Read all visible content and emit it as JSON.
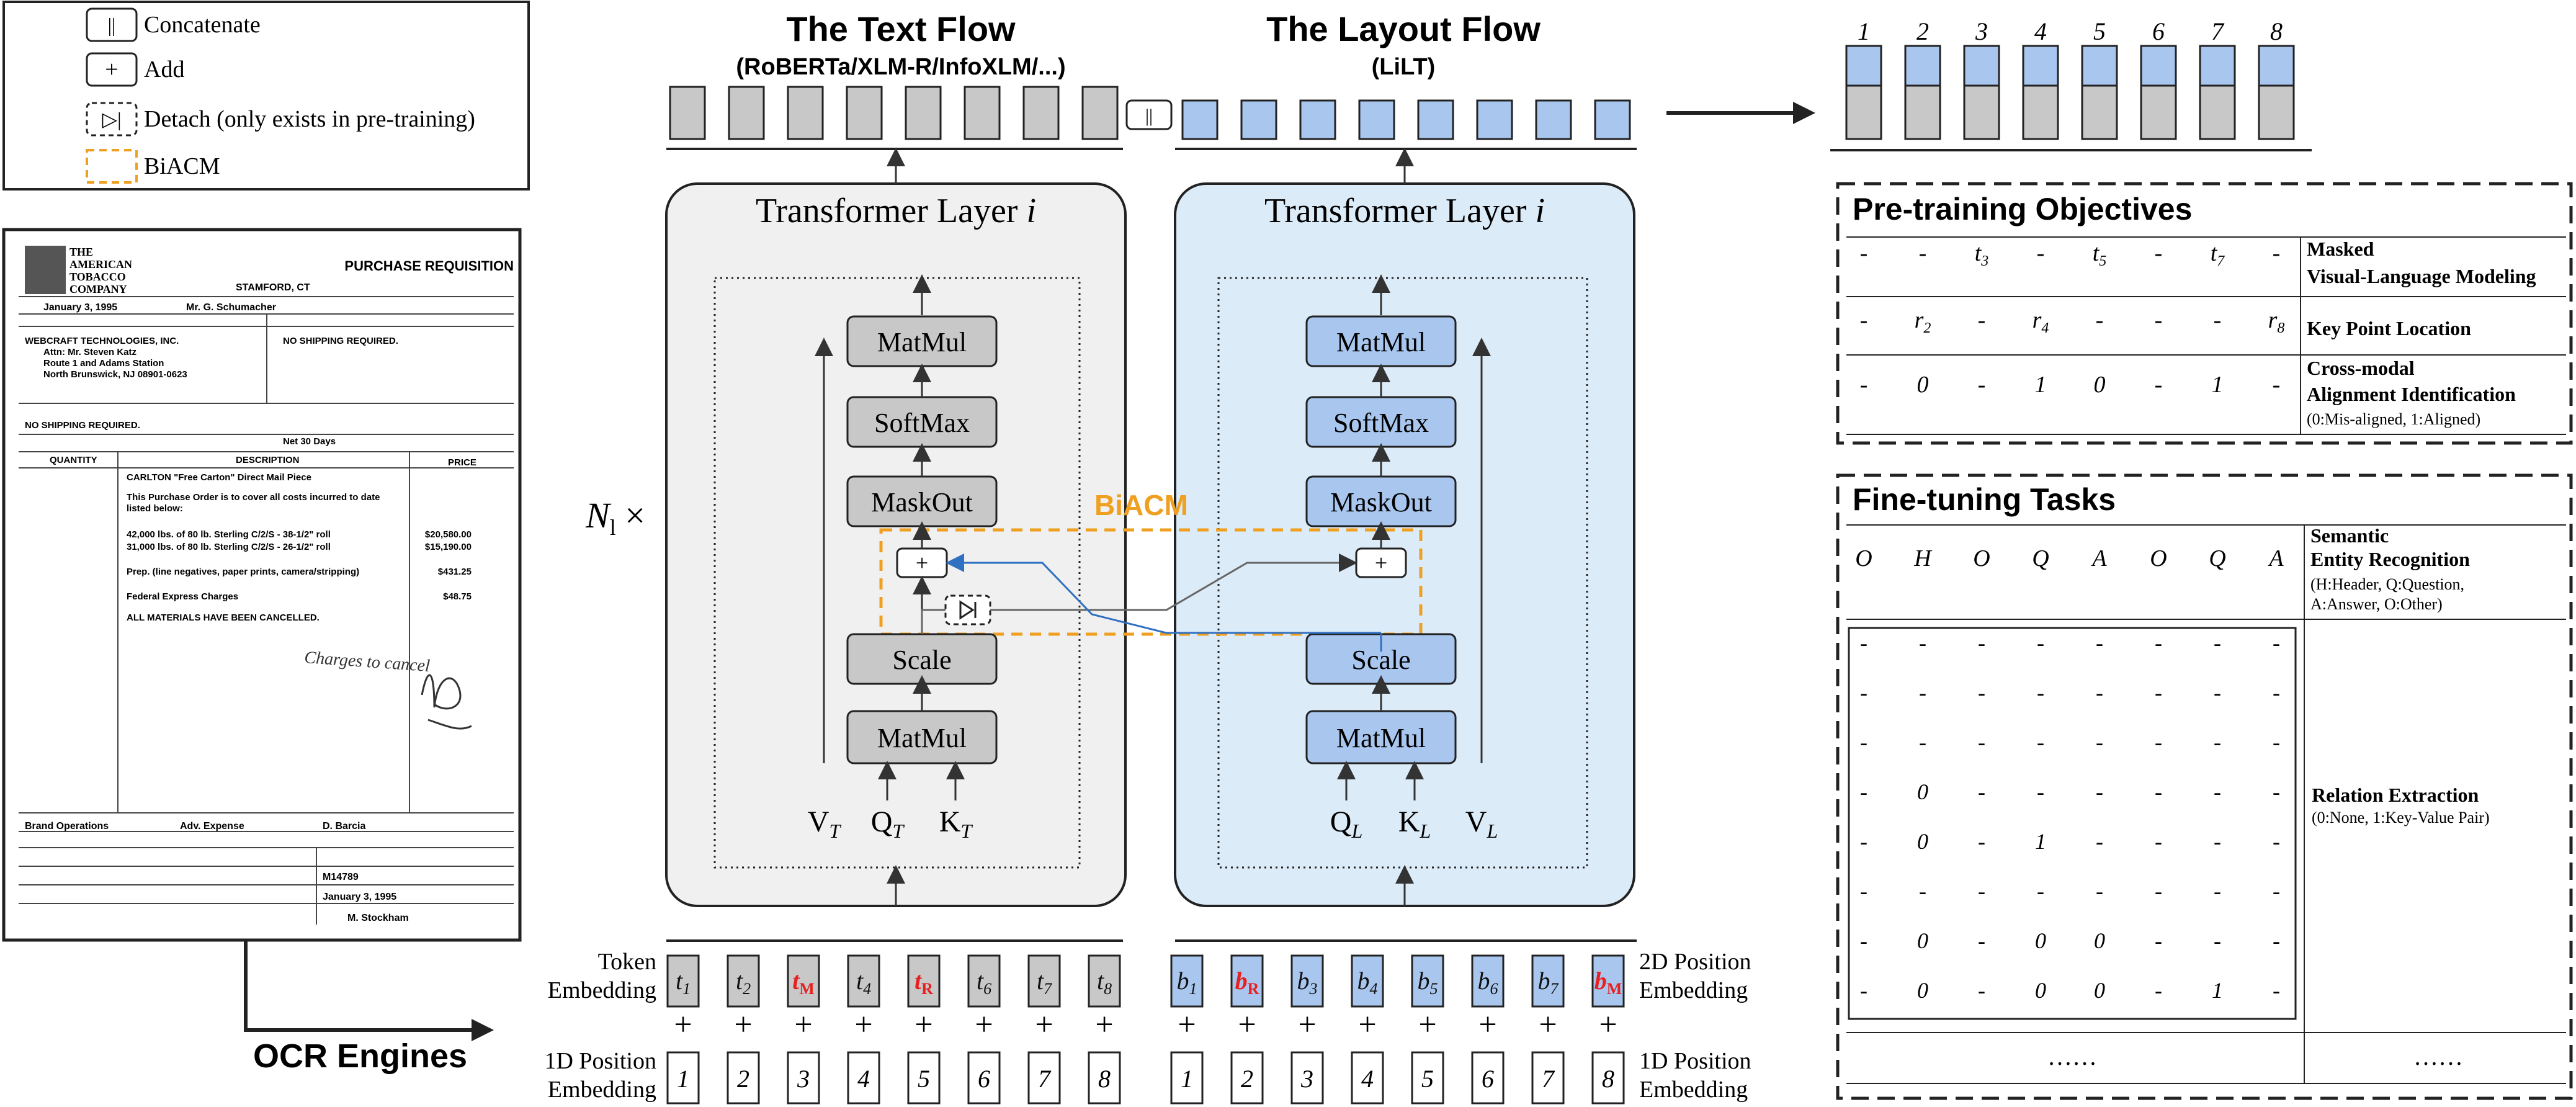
{
  "legend": [
    {
      "symbol": "||",
      "label": "Concatenate"
    },
    {
      "symbol": "+",
      "label": "Add"
    },
    {
      "symbol": "▷|",
      "label": "Detach (only exists in pre-training)"
    },
    {
      "symbol": "",
      "label": "BiACM"
    }
  ],
  "document": {
    "company": [
      "THE",
      "AMERICAN",
      "TOBACCO",
      "COMPANY"
    ],
    "title": "PURCHASE REQUISITION",
    "location": "STAMFORD, CT",
    "date_of_requisition": "January 3, 1995",
    "requisitioner": "Mr. G. Schumacher",
    "supplier": [
      "WEBCRAFT TECHNOLOGIES, INC.",
      "Attn: Mr. Steven Katz",
      "Route 1 and Adams Station",
      "North Brunswick, NJ 08901-0623"
    ],
    "ship_to": "NO SHIPPING REQUIRED.",
    "shipment": "NO SHIPPING REQUIRED.",
    "terms": "Net 30 Days",
    "col_quantity": "QUANTITY",
    "col_description": "DESCRIPTION",
    "col_price": "PRICE",
    "lines": [
      {
        "text": "CARLTON \"Free Carton\" Direct Mail Piece",
        "price": ""
      },
      {
        "text": "This Purchase Order is to cover all costs incurred to date",
        "price": ""
      },
      {
        "text": "listed below:",
        "price": ""
      },
      {
        "text": "42,000 lbs. of 80 lb. Sterling C/2/S - 38-1/2\" roll",
        "price": "$20,580.00"
      },
      {
        "text": "31,000 lbs. of 80 lb. Sterling C/2/S - 26-1/2\" roll",
        "price": "$15,190.00"
      },
      {
        "text": "Prep. (line negatives, paper prints, camera/stripping)",
        "price": "$431.25"
      },
      {
        "text": "Federal Express Charges",
        "price": "$48.75"
      },
      {
        "text": "ALL MATERIALS HAVE BEEN CANCELLED.",
        "price": ""
      }
    ],
    "handwriting": "Charges to cancel",
    "dept": "Brand Operations",
    "account": "Adv. Expense",
    "copies": "D. Barcia",
    "po_number": "M14789",
    "date2": "January 3, 1995",
    "buyer": "M. Stockham"
  },
  "ocr_label": "OCR Engines",
  "text_flow": {
    "title": "The Text Flow",
    "subtitle": "(RoBERTa/XLM-R/InfoXLM/...)"
  },
  "layout_flow": {
    "title": "The Layout Flow",
    "subtitle": "(LiLT)"
  },
  "concat_symbol": "||",
  "nl_label": "N",
  "nl_sub": "l",
  "nl_times": " ×",
  "transformer": {
    "label": "Transformer Layer ",
    "index": "i"
  },
  "blocks": {
    "matmul": "MatMul",
    "softmax": "SoftMax",
    "maskout": "MaskOut",
    "scale": "Scale"
  },
  "biacm_label": "BiACM",
  "add_symbol": "+",
  "text_inputs": [
    {
      "m": "V",
      "s": "T"
    },
    {
      "m": "Q",
      "s": "T"
    },
    {
      "m": "K",
      "s": "T"
    }
  ],
  "layout_inputs": [
    {
      "m": "Q",
      "s": "L"
    },
    {
      "m": "K",
      "s": "L"
    },
    {
      "m": "V",
      "s": "L"
    }
  ],
  "token_embedding": [
    "Token",
    "Embedding"
  ],
  "pos2d_embedding": [
    "2D Position",
    "Embedding"
  ],
  "pos1d_embedding": [
    "1D Position",
    "Embedding"
  ],
  "text_tokens": [
    {
      "b": "t",
      "s": "1",
      "red": false
    },
    {
      "b": "t",
      "s": "2",
      "red": false
    },
    {
      "b": "t",
      "s": "M",
      "red": true
    },
    {
      "b": "t",
      "s": "4",
      "red": false
    },
    {
      "b": "t",
      "s": "R",
      "red": true
    },
    {
      "b": "t",
      "s": "6",
      "red": false
    },
    {
      "b": "t",
      "s": "7",
      "red": false
    },
    {
      "b": "t",
      "s": "8",
      "red": false
    }
  ],
  "layout_tokens": [
    {
      "b": "b",
      "s": "1",
      "red": false
    },
    {
      "b": "b",
      "s": "R",
      "red": true
    },
    {
      "b": "b",
      "s": "3",
      "red": false
    },
    {
      "b": "b",
      "s": "4",
      "red": false
    },
    {
      "b": "b",
      "s": "5",
      "red": false
    },
    {
      "b": "b",
      "s": "6",
      "red": false
    },
    {
      "b": "b",
      "s": "7",
      "red": false
    },
    {
      "b": "b",
      "s": "M",
      "red": true
    }
  ],
  "position_ids": [
    "1",
    "2",
    "3",
    "4",
    "5",
    "6",
    "7",
    "8"
  ],
  "output_indices": [
    "1",
    "2",
    "3",
    "4",
    "5",
    "6",
    "7",
    "8"
  ],
  "pretraining": {
    "title": "Pre-training Objectives",
    "rows": [
      {
        "cells": [
          {
            "b": "-",
            "s": ""
          },
          {
            "b": "-",
            "s": ""
          },
          {
            "b": "t",
            "s": "3"
          },
          {
            "b": "-",
            "s": ""
          },
          {
            "b": "t",
            "s": "5"
          },
          {
            "b": "-",
            "s": ""
          },
          {
            "b": "t",
            "s": "7"
          },
          {
            "b": "-",
            "s": ""
          }
        ],
        "label": [
          "Masked",
          "Visual-Language Modeling"
        ],
        "note": ""
      },
      {
        "cells": [
          {
            "b": "-",
            "s": ""
          },
          {
            "b": "r",
            "s": "2"
          },
          {
            "b": "-",
            "s": ""
          },
          {
            "b": "r",
            "s": "4"
          },
          {
            "b": "-",
            "s": ""
          },
          {
            "b": "-",
            "s": ""
          },
          {
            "b": "-",
            "s": ""
          },
          {
            "b": "r",
            "s": "8"
          }
        ],
        "label": [
          "Key Point Location"
        ],
        "note": ""
      },
      {
        "cells": [
          {
            "b": "-",
            "s": ""
          },
          {
            "b": "0",
            "s": ""
          },
          {
            "b": "-",
            "s": ""
          },
          {
            "b": "1",
            "s": ""
          },
          {
            "b": "0",
            "s": ""
          },
          {
            "b": "-",
            "s": ""
          },
          {
            "b": "1",
            "s": ""
          },
          {
            "b": "-",
            "s": ""
          }
        ],
        "label": [
          "Cross-modal",
          "Alignment Identification"
        ],
        "note": "(0:Mis-aligned, 1:Aligned)"
      }
    ]
  },
  "finetuning": {
    "title": "Fine-tuning Tasks",
    "ser_cells": [
      "O",
      "H",
      "O",
      "Q",
      "A",
      "O",
      "Q",
      "A"
    ],
    "ser_label": [
      "Semantic",
      "Entity Recognition"
    ],
    "ser_note": [
      "(H:Header, Q:Question,",
      "A:Answer, O:Other)"
    ],
    "re_matrix": [
      [
        "-",
        "-",
        "-",
        "-",
        "-",
        "-",
        "-",
        "-"
      ],
      [
        "-",
        "-",
        "-",
        "-",
        "-",
        "-",
        "-",
        "-"
      ],
      [
        "-",
        "-",
        "-",
        "-",
        "-",
        "-",
        "-",
        "-"
      ],
      [
        "-",
        "0",
        "-",
        "-",
        "-",
        "-",
        "-",
        "-"
      ],
      [
        "-",
        "0",
        "-",
        "1",
        "-",
        "-",
        "-",
        "-"
      ],
      [
        "-",
        "-",
        "-",
        "-",
        "-",
        "-",
        "-",
        "-"
      ],
      [
        "-",
        "0",
        "-",
        "0",
        "0",
        "-",
        "-",
        "-"
      ],
      [
        "-",
        "0",
        "-",
        "0",
        "0",
        "-",
        "1",
        "-"
      ]
    ],
    "re_label": "Relation Extraction",
    "re_note": "(0:None, 1:Key-Value Pair)",
    "ellipsis_left": "……",
    "ellipsis_right": "……"
  },
  "colors": {
    "gray": "#c8c8c8",
    "blue": "#a8c6ee",
    "orange": "#f0a020",
    "red": "#e82020",
    "panel_gray": "#f0f0f0",
    "panel_blue": "#dcebf8",
    "arrow_blue": "#3070c0"
  }
}
